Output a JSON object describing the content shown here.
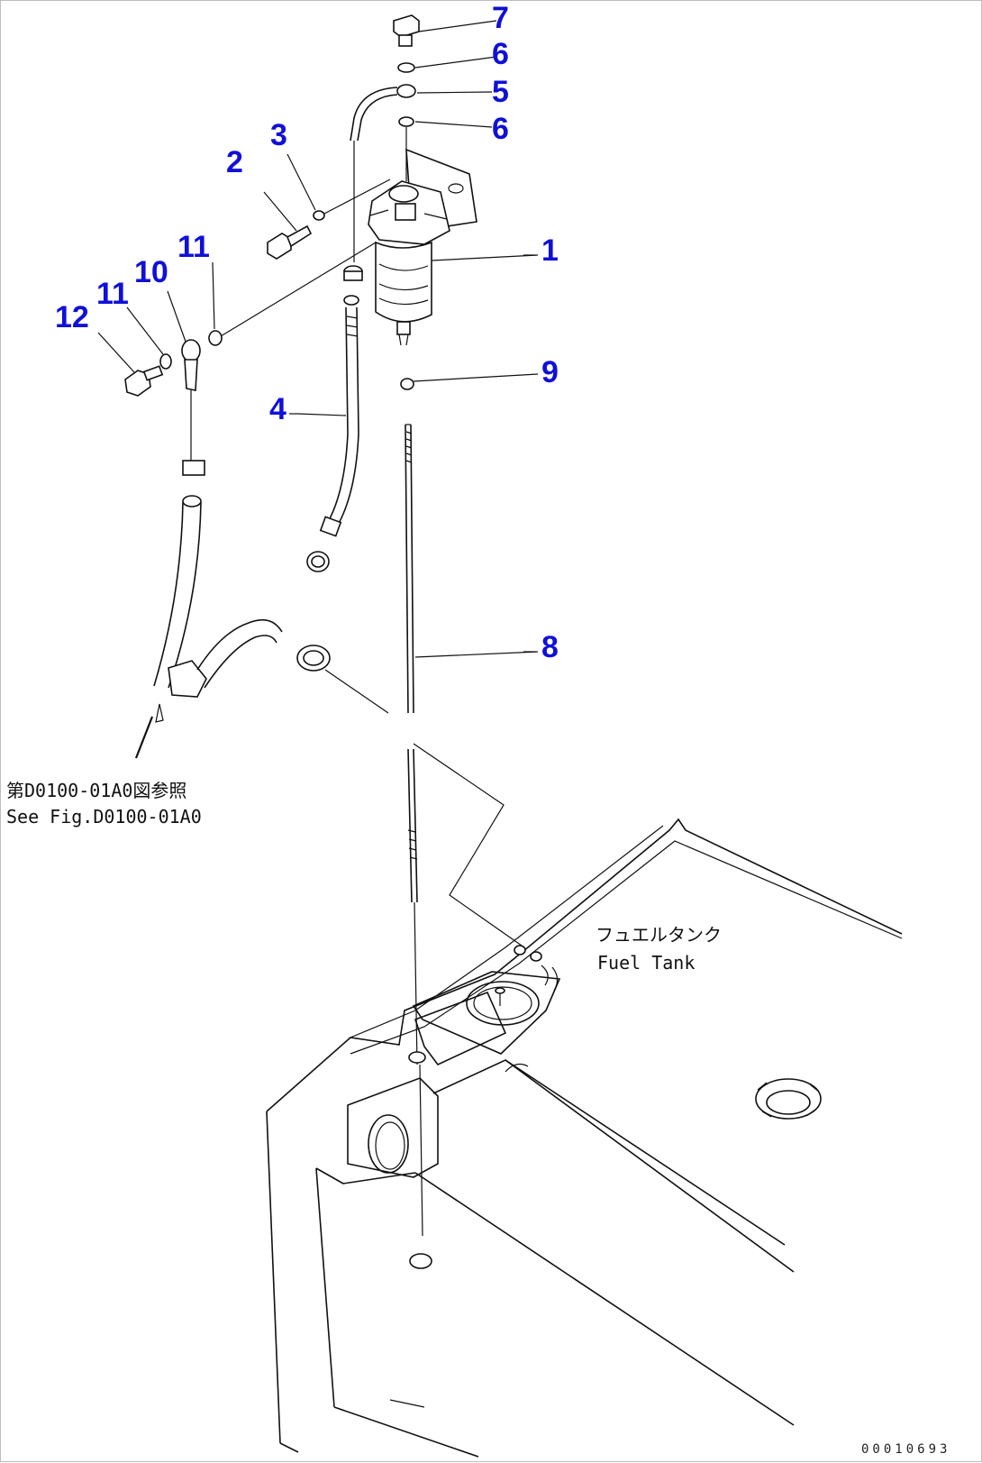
{
  "callouts": {
    "c1": "1",
    "c2": "2",
    "c3": "3",
    "c4": "4",
    "c5": "5",
    "c6a": "6",
    "c6b": "6",
    "c7": "7",
    "c8": "8",
    "c9": "9",
    "c10": "10",
    "c11a": "11",
    "c11b": "11",
    "c12": "12"
  },
  "reference_note": {
    "jp": "第D0100-01A0図参照",
    "en": "See Fig.D0100-01A0"
  },
  "tank_label": {
    "jp": "フュエルタンク",
    "en": "Fuel Tank"
  },
  "drawing_code": "00010693",
  "colors": {
    "callout": "#1010d8",
    "line": "#111111",
    "background": "#ffffff"
  }
}
